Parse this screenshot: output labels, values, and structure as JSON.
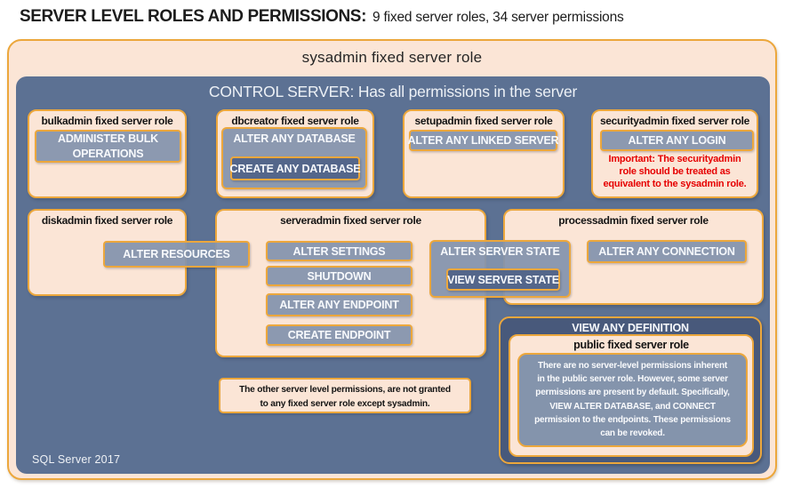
{
  "header": {
    "title_main": "SERVER LEVEL ROLES AND PERMISSIONS:",
    "title_sub": "9 fixed server roles, 34 server permissions"
  },
  "sysadmin": {
    "title": "sysadmin fixed server role"
  },
  "control_server": {
    "title": "CONTROL SERVER: Has all permissions in the server",
    "version_label": "SQL Server 2017"
  },
  "roles": {
    "bulkadmin": {
      "title": "bulkadmin fixed server role",
      "permissions": [
        "ADMINISTER BULK OPERATIONS"
      ]
    },
    "dbcreator": {
      "title": "dbcreator fixed server role",
      "permission_group": {
        "outer": "ALTER ANY DATABASE",
        "inner": "CREATE ANY DATABASE"
      }
    },
    "setupadmin": {
      "title": "setupadmin fixed server role",
      "permissions": [
        "ALTER ANY LINKED SERVER"
      ]
    },
    "securityadmin": {
      "title": "securityadmin fixed server role",
      "permissions": [
        "ALTER ANY LOGIN"
      ],
      "note_lines": [
        "Important: The securityadmin",
        "role should be treated as",
        "equivalent to the sysadmin role."
      ]
    },
    "diskadmin": {
      "title": "diskadmin fixed server role",
      "permissions": [
        "ALTER RESOURCES"
      ]
    },
    "serveradmin": {
      "title": "serveradmin fixed server role",
      "permissions": [
        "ALTER SETTINGS",
        "SHUTDOWN",
        "ALTER ANY ENDPOINT",
        "CREATE ENDPOINT"
      ],
      "permission_group": {
        "outer": "ALTER SERVER STATE",
        "inner": "VIEW SERVER STATE"
      }
    },
    "processadmin": {
      "title": "processadmin fixed server role",
      "permissions": [
        "ALTER ANY CONNECTION"
      ]
    },
    "public": {
      "permission": "VIEW ANY DEFINITION",
      "title": "public fixed server role",
      "note_lines": [
        "There are no server-level permissions inherent",
        "in the public server role. However, some server",
        "permissions are present by default. Specifically,",
        "VIEW ALTER DATABASE, and CONNECT",
        "permission to the endpoints. These permissions",
        "can be revoked."
      ]
    }
  },
  "footnote_lines": [
    "The other server level permissions, are not granted",
    "to any fixed server role except sysadmin."
  ],
  "colors": {
    "peach": "#FBE5D6",
    "gold_border": "#ECA73C",
    "control_bg": "#5C7193",
    "public_dark_bg": "#48597B",
    "permission_bg": "#8494AC",
    "permission_dark_bg": "#54668A",
    "alert_red": "#E60000"
  }
}
